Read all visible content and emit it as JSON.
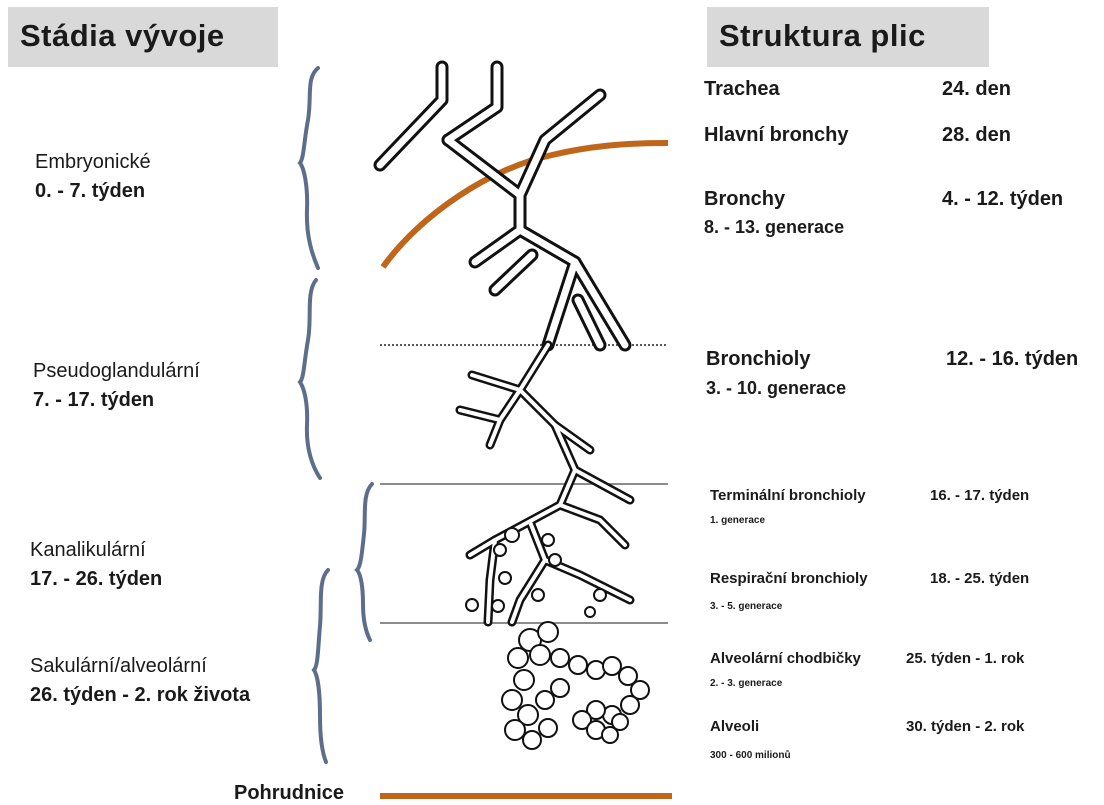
{
  "headers": {
    "left": "Stádia vývoje",
    "right": "Struktura plic"
  },
  "stages": [
    {
      "name": "Embryonické",
      "period": "0. - 7. týden"
    },
    {
      "name": "Pseudoglandulární",
      "period": "7. - 17. týden"
    },
    {
      "name": "Kanalikulární",
      "period": "17. - 26. týden"
    },
    {
      "name": "Sakulární/alveolární",
      "period": "26. týden - 2. rok života"
    }
  ],
  "structures": [
    {
      "name": "Trachea",
      "generation": "",
      "time": "24. den"
    },
    {
      "name": "Hlavní bronchy",
      "generation": "",
      "time": "28. den"
    },
    {
      "name": "Bronchy",
      "generation": "8. - 13. generace",
      "time": "4. - 12. týden"
    },
    {
      "name": "Bronchioly",
      "generation": "3. - 10. generace",
      "time": "12. - 16. týden"
    },
    {
      "name": "Terminální bronchioly",
      "generation": "1. generace",
      "time": "16. - 17. týden"
    },
    {
      "name": "Respirační bronchioly",
      "generation": "3. - 5. generace",
      "time": "18. - 25. týden"
    },
    {
      "name": "Alveolární chodbičky",
      "generation": "2. - 3. generace",
      "time": "25. týden - 1. rok"
    },
    {
      "name": "Alveoli",
      "generation": "300 - 600 milionů",
      "time": "30. týden - 2. rok"
    }
  ],
  "pleura_label": "Pohrudnice",
  "colors": {
    "header_bg": "#d9d9d9",
    "pleura": "#c0661a",
    "bracket": "#5d6e8c",
    "airway": "#111111"
  }
}
